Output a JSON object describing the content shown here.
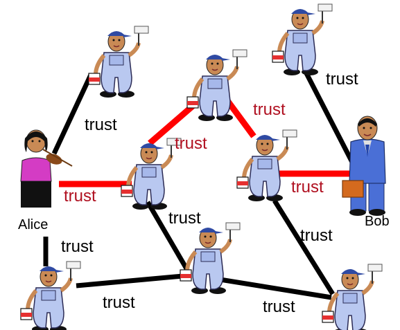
{
  "colors": {
    "trusted_path": "#ff0000",
    "path_label": "#b01020",
    "edge": "#000000",
    "label": "#000000",
    "overall_blue": "#b9c8f0",
    "cap_blue": "#2f4aa3",
    "skin": "#c98a55",
    "bob_suit": "#4a6fd6",
    "alice_top": "#d43cc4",
    "briefcase": "#d46a1e"
  },
  "nodes": {
    "alice": {
      "name": "Alice",
      "icon": "violinist-icon"
    },
    "bob": {
      "name": "Bob",
      "icon": "businessman-icon"
    },
    "painter_icon": "painter-icon"
  },
  "edges": {
    "alice_painter_top": "trust",
    "alice_painter_mid": "trust",
    "painter_mid_center_top": "trust",
    "painter_center_top_right": "trust",
    "painter_mid_right_bob": "trust",
    "painter_top_right_bob": "trust",
    "painter_mid_bottom_center": "trust",
    "painter_mid_right_bottom_right": "trust",
    "alice_bottom_left": "trust",
    "bottom_left_bottom_center": "trust",
    "bottom_center_bottom_right": "trust"
  }
}
